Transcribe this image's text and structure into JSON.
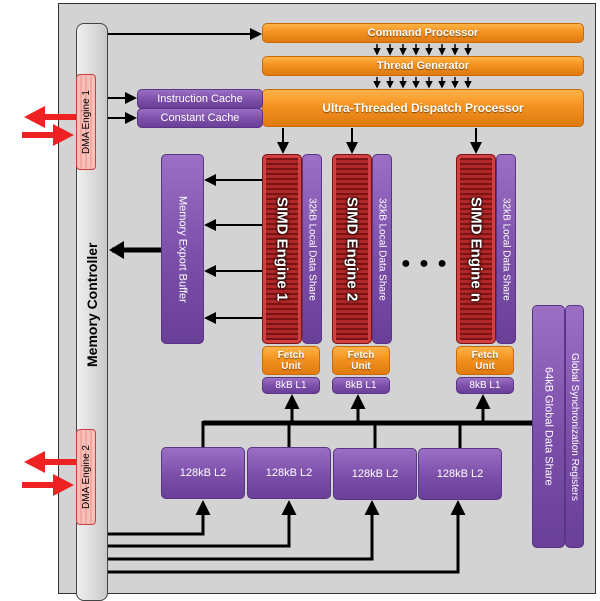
{
  "diagram": {
    "command_processor": "Command Processor",
    "thread_generator": "Thread Generator",
    "dispatch_processor": "Ultra-Threaded Dispatch Processor",
    "instruction_cache": "Instruction Cache",
    "constant_cache": "Constant Cache",
    "memory_controller": "Memory Controller",
    "dma_engine_1": "DMA Engine 1",
    "dma_engine_2": "DMA Engine 2",
    "memory_export_buffer": "Memory Export Buffer",
    "simd_engines": [
      {
        "name": "SIMD Engine 1",
        "lds": "32kB Local Data Share",
        "fetch": "Fetch Unit",
        "l1": "8kB L1"
      },
      {
        "name": "SIMD Engine 2",
        "lds": "32kB Local Data Share",
        "fetch": "Fetch Unit",
        "l1": "8kB L1"
      },
      {
        "name": "SIMD Engine n",
        "lds": "32kB Local Data Share",
        "fetch": "Fetch Unit",
        "l1": "8kB L1"
      }
    ],
    "ellipsis": "● ● ●",
    "l2_caches": [
      "128kB L2",
      "128kB L2",
      "128kB L2",
      "128kB L2"
    ],
    "global_data_share": "64kB Global Data Share",
    "global_sync_registers": "Global Synchronization Registers",
    "colors": {
      "orange": "#f39220",
      "purple": "#7b4fa8",
      "red": "#b02828",
      "dma_arrow": "#ee2222",
      "background": "#d3d3d3"
    }
  }
}
